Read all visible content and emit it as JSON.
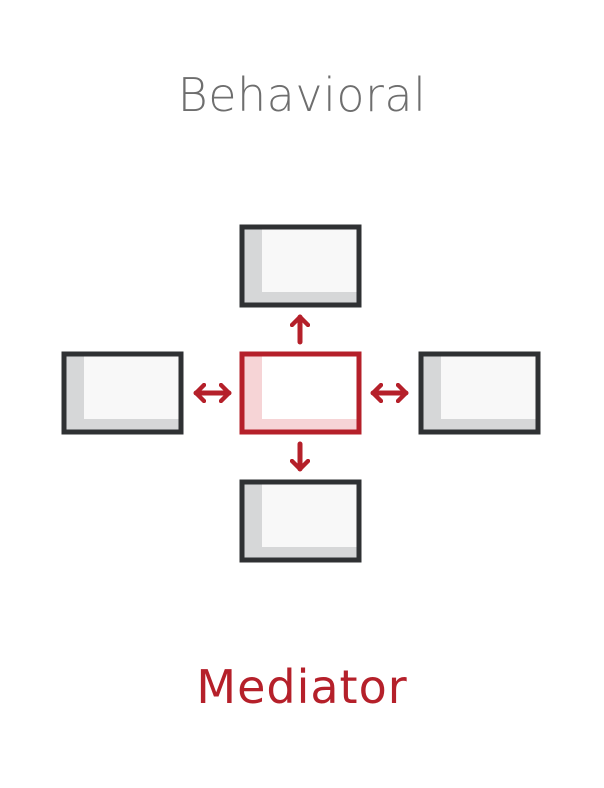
{
  "category": "Behavioral",
  "pattern_name": "Mediator",
  "diagram": {
    "nodes": [
      {
        "id": "top-component",
        "role": "colleague"
      },
      {
        "id": "left-component",
        "role": "colleague"
      },
      {
        "id": "mediator-component",
        "role": "mediator"
      },
      {
        "id": "right-component",
        "role": "colleague"
      },
      {
        "id": "bottom-component",
        "role": "colleague"
      }
    ],
    "arrows": [
      {
        "from": "mediator-component",
        "to": "top-component",
        "type": "one-way"
      },
      {
        "from": "mediator-component",
        "to": "bottom-component",
        "type": "one-way"
      },
      {
        "from": "mediator-component",
        "to": "left-component",
        "type": "two-way"
      },
      {
        "from": "mediator-component",
        "to": "right-component",
        "type": "two-way"
      }
    ]
  },
  "colors": {
    "accent": "#b5202a",
    "accent_fill": "#f6d4d6",
    "box_border": "#2f3133",
    "box_shadow_fill": "#d6d7d8",
    "box_fill": "#f8f8f8",
    "text_muted": "#6e6e6e"
  }
}
